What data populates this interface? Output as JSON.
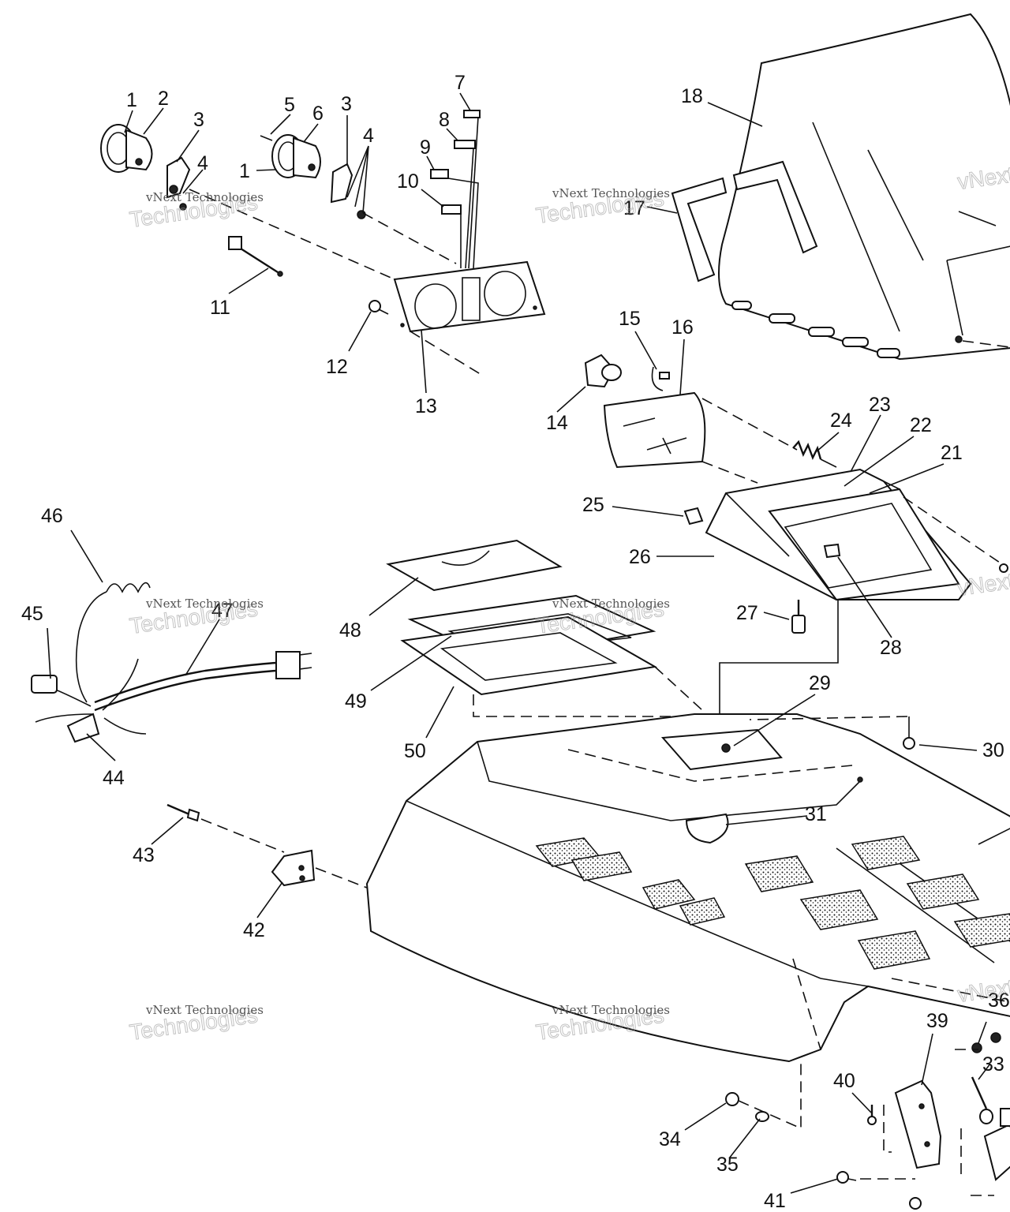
{
  "diagram": {
    "labels": [
      "1",
      "2",
      "3",
      "4",
      "5",
      "6",
      "1",
      "3",
      "4",
      "7",
      "8",
      "9",
      "10",
      "11",
      "12",
      "13",
      "14",
      "15",
      "16",
      "17",
      "18",
      "21",
      "22",
      "23",
      "24",
      "25",
      "26",
      "27",
      "28",
      "29",
      "30",
      "31",
      "33",
      "34",
      "35",
      "36",
      "39",
      "40",
      "41",
      "42",
      "43",
      "44",
      "45",
      "46",
      "47",
      "48",
      "49",
      "50"
    ],
    "watermark_small": "vNext Technologies",
    "watermark_big": "Technologies",
    "watermark_corner": "vNext"
  }
}
